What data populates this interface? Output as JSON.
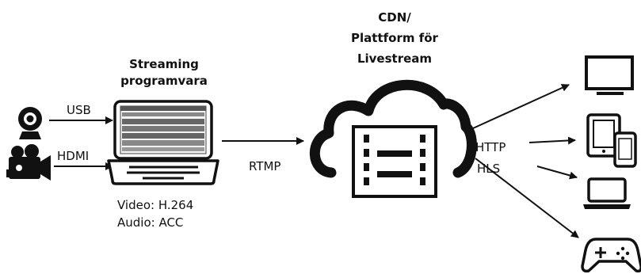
{
  "software": {
    "line1": "Streaming",
    "line2": "programvara"
  },
  "cdn": {
    "line1": "CDN/",
    "line2": "Plattform för",
    "line3": "Livestream"
  },
  "inputs": {
    "usb": "USB",
    "hdmi": "HDMI"
  },
  "codecs": {
    "video": "Video: H.264",
    "audio": "Audio: ACC"
  },
  "protocols": {
    "rtmp": "RTMP",
    "http": "HTTP",
    "hls": "HLS"
  },
  "icons": [
    "webcam-icon",
    "video-camera-icon",
    "laptop-icon",
    "cloud-icon",
    "film-strip-icon",
    "tv-icon",
    "tablet-phone-icon",
    "laptop-small-icon",
    "gamepad-icon"
  ],
  "colors": {
    "ink": "#111111",
    "background": "#ffffff"
  }
}
